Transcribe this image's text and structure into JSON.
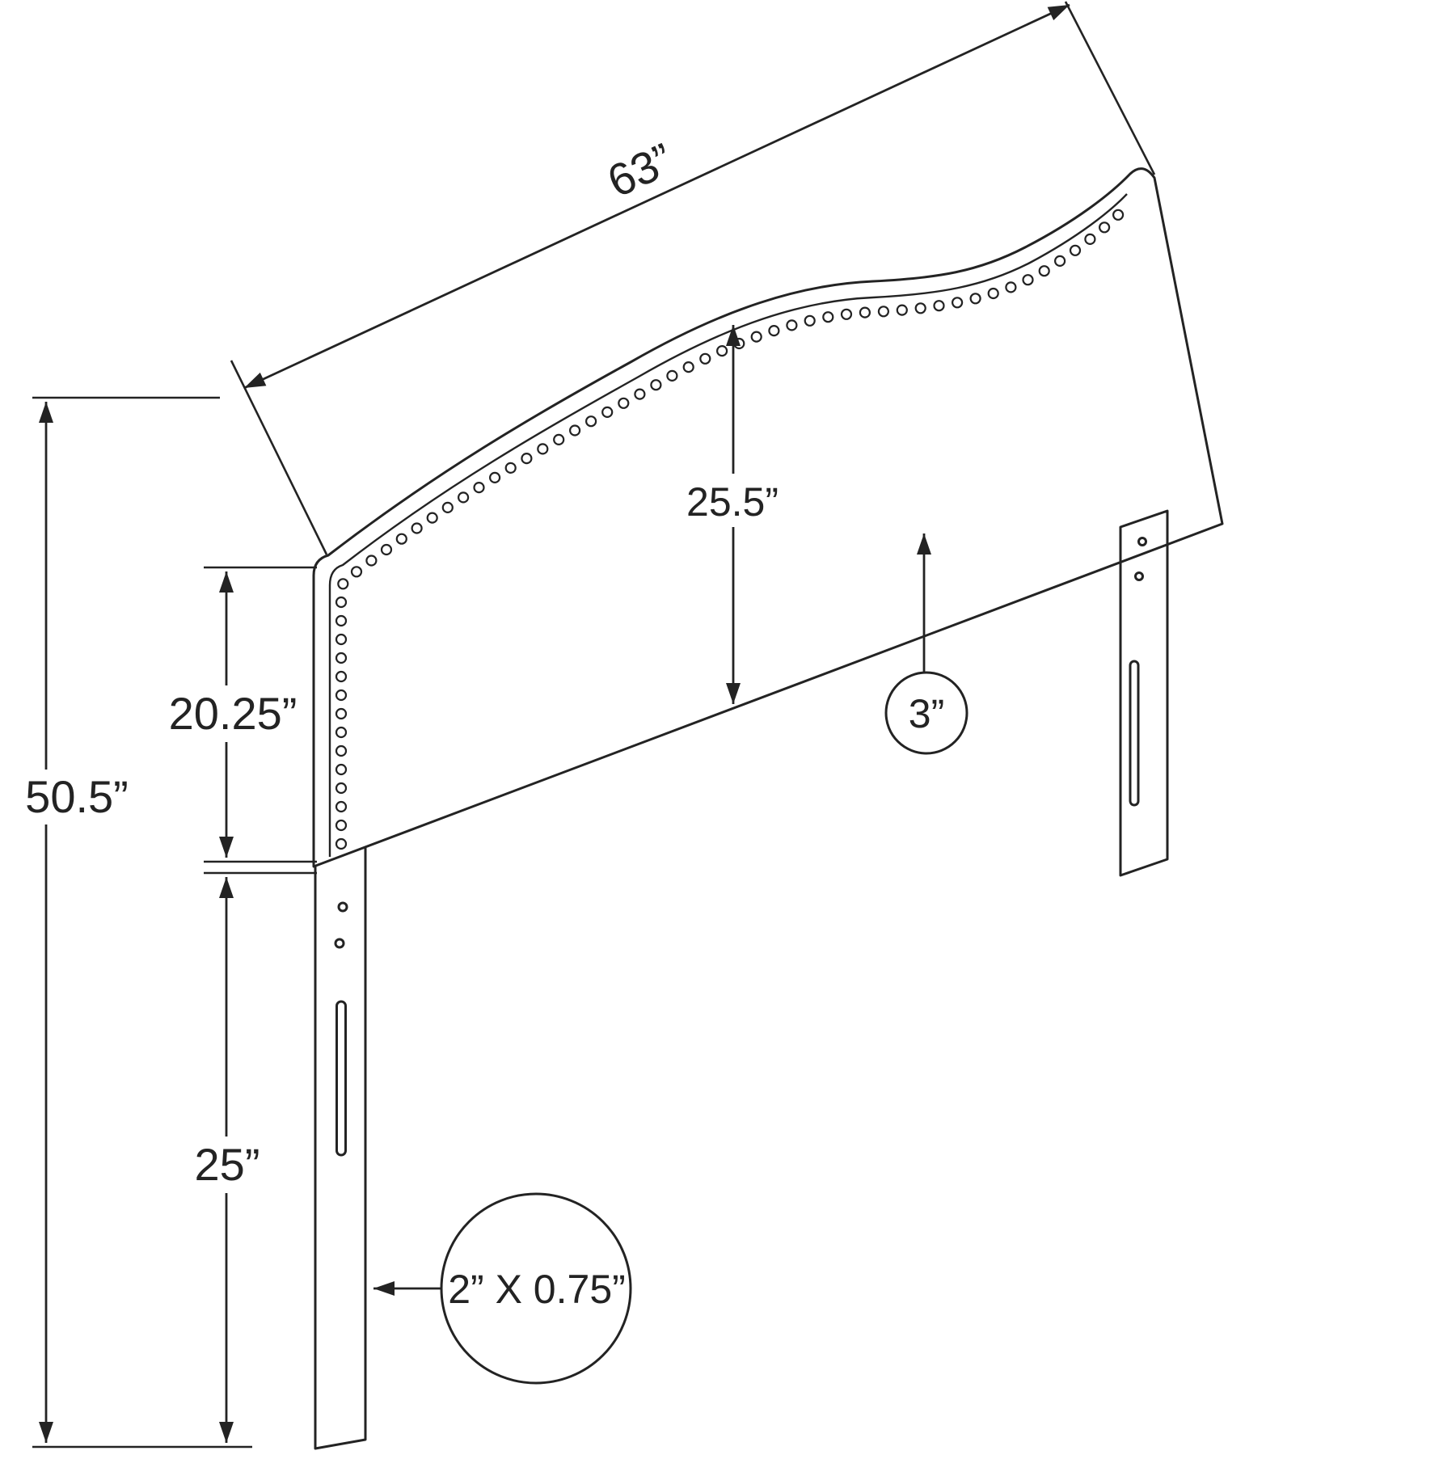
{
  "diagram": {
    "labels": {
      "width": "63”",
      "total_height": "50.5”",
      "panel_side_height": "20.25”",
      "leg_height": "25”",
      "panel_center_height": "25.5”",
      "thickness": "3”",
      "leg_cross_section": "2” X 0.75”"
    },
    "colors": {
      "line": "#232323",
      "background": "#ffffff"
    }
  }
}
